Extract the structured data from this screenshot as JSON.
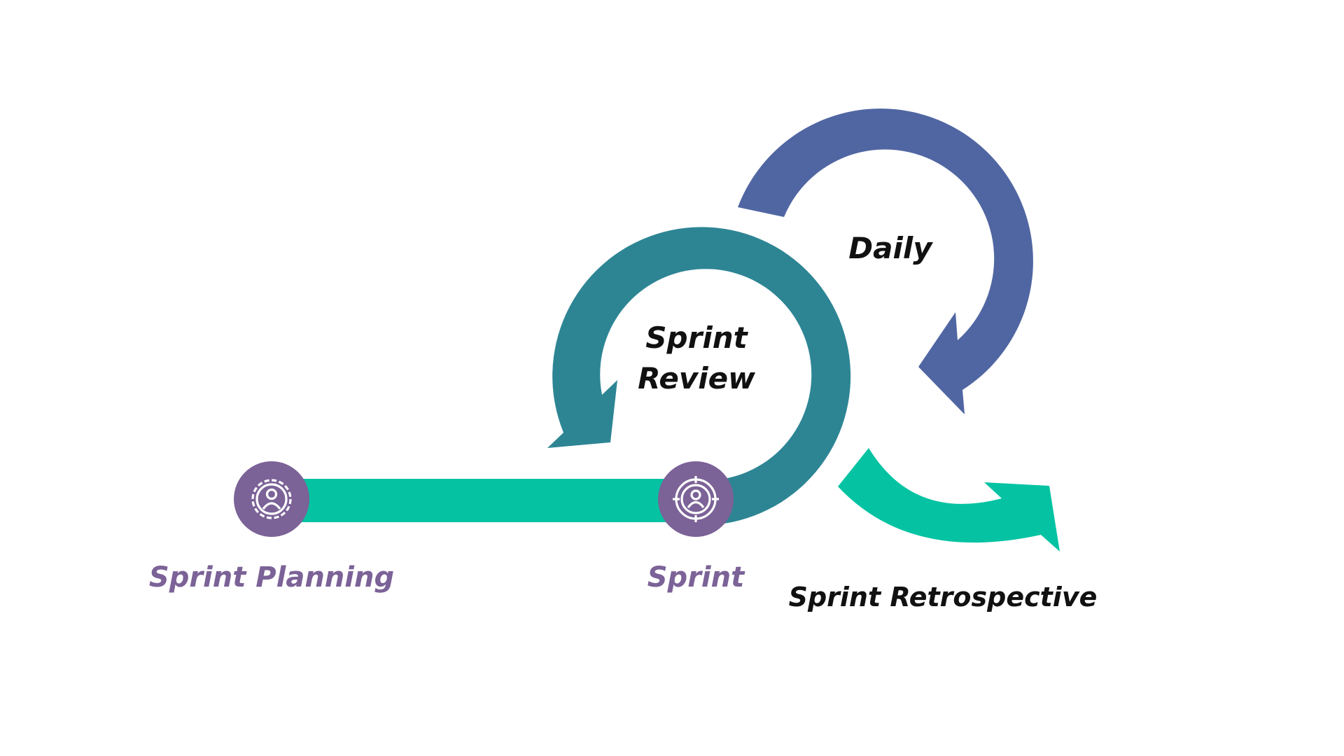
{
  "diagram": {
    "nodes": {
      "sprint_planning": {
        "label": "Sprint Planning",
        "icon": "gear-person-icon"
      },
      "sprint": {
        "label": "Sprint",
        "icon": "target-person-icon"
      }
    },
    "loops": {
      "sprint_review": {
        "line1": "Sprint",
        "line2": "Review"
      },
      "daily": {
        "label": "Daily"
      },
      "sprint_retrospective": {
        "label": "Sprint Retrospective"
      }
    }
  },
  "colors": {
    "timeline_bar": "#05C3A2",
    "sprint_review_arrow": "#2D8594",
    "daily_arrow": "#5066A2",
    "retrospective_arrow": "#05C3A2",
    "node_fill": "#7B6297",
    "node_label": "#7B6297",
    "loop_label": "#111111"
  }
}
